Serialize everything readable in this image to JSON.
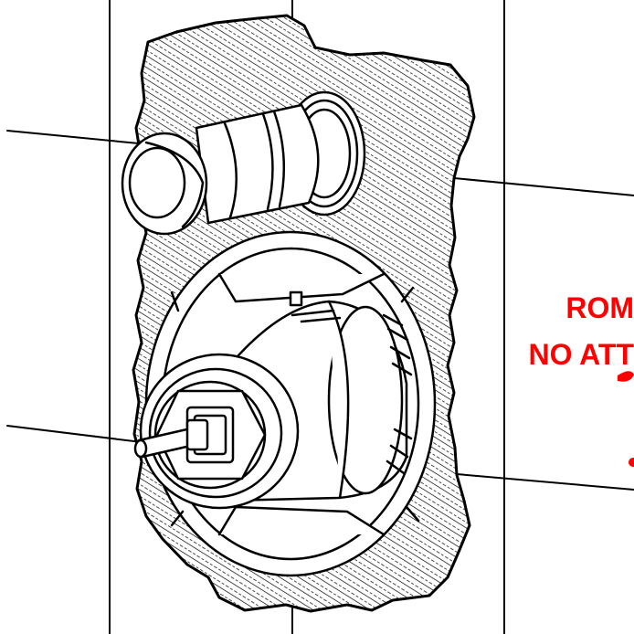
{
  "warning": {
    "line1": "ROM",
    "line2": "NO ATT",
    "color": "#ff0000"
  },
  "colors": {
    "ink": "#000000",
    "background": "#ffffff",
    "hatch": "#000000"
  },
  "parts": [
    "wall-recess-cutout",
    "capped-pipe-outlet",
    "mixer-valve-body",
    "valve-spindle",
    "mounting-flange-ring"
  ]
}
